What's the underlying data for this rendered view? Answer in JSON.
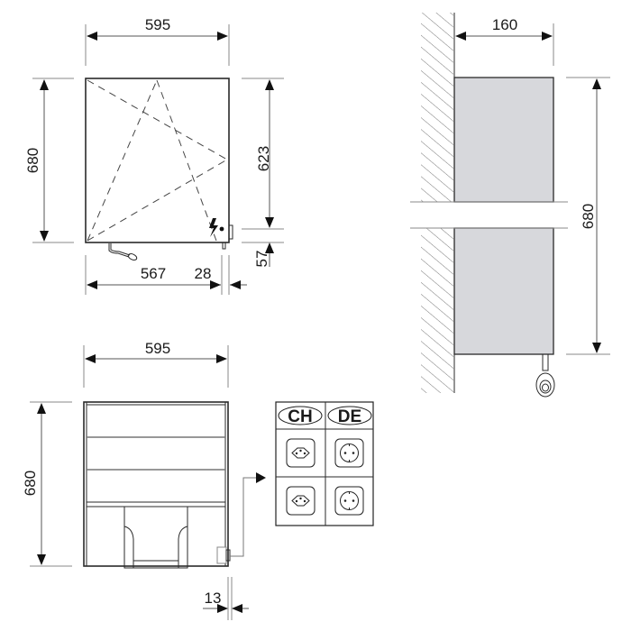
{
  "front_view": {
    "width_label": "595",
    "height_label": "680",
    "thermostat_height_label": "623",
    "bottom_offset_label": "57",
    "left_to_connector_label": "567",
    "connector_width_label": "28",
    "symbols": [
      "electric-bolt-icon",
      "power-cable-icon"
    ]
  },
  "side_view": {
    "depth_label": "160",
    "height_label": "680",
    "panel_color": "#d7d8dc",
    "wall": "hatched-wall"
  },
  "back_view": {
    "width_label": "595",
    "height_label": "680",
    "connector_offset_label": "13"
  },
  "plug_table": {
    "columns": [
      {
        "label": "CH",
        "plug_type": "Swiss Type J socket"
      },
      {
        "label": "DE",
        "plug_type": "German Schuko socket"
      }
    ],
    "rows": 2
  }
}
